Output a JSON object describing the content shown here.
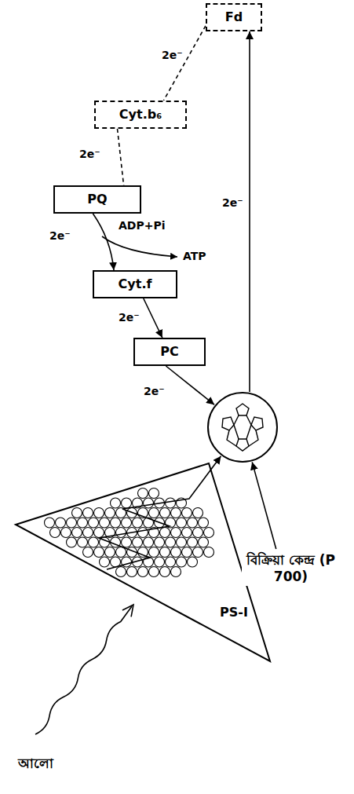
{
  "diagram": {
    "nodes": [
      {
        "text": [
          "Fd"
        ]
      },
      {
        "text": [
          "Cyt.b₆"
        ]
      },
      {
        "text": [
          "PQ"
        ]
      },
      {
        "text": [
          "Cyt.f"
        ]
      },
      {
        "text": [
          "PC"
        ]
      },
      {
        "text": [
          "বিক্রিয়া কেন্দ্র (P 700)"
        ]
      },
      {
        "text": [
          "PS-I"
        ]
      }
    ],
    "edges": [
      {
        "from": 0,
        "to": 1,
        "label": "2e⁻",
        "arrow": "none"
      },
      {
        "from": 1,
        "to": 2,
        "label": "2e⁻",
        "arrow": "none"
      },
      {
        "from": 2,
        "to": 3,
        "label": "2e⁻",
        "arrow": "to"
      },
      {
        "from": 3,
        "to": 4,
        "label": "2e⁻",
        "arrow": "to"
      },
      {
        "from": 4,
        "to": 5,
        "label": "2e⁻",
        "arrow": "to"
      },
      {
        "from": 5,
        "to": 0,
        "label": "2e⁻",
        "arrow": "to"
      },
      {
        "from": 6,
        "to": 5,
        "arrow": "to"
      }
    ],
    "labels": [
      "ADP+Pi",
      "ATP",
      "আলো"
    ]
  }
}
